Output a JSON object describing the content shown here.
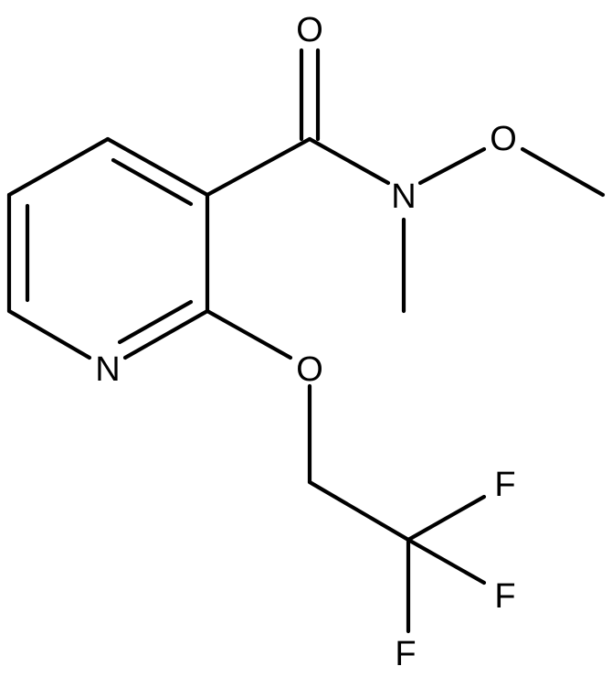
{
  "molecule": {
    "atoms": {
      "o_carbonyl": "O",
      "n_amide": "N",
      "o_methoxy": "O",
      "n_pyridine": "N",
      "o_ether": "O",
      "f1": "F",
      "f2": "F",
      "f3": "F"
    },
    "colors": {
      "bond": "#000000",
      "label": "#000000",
      "background": "#ffffff"
    }
  }
}
